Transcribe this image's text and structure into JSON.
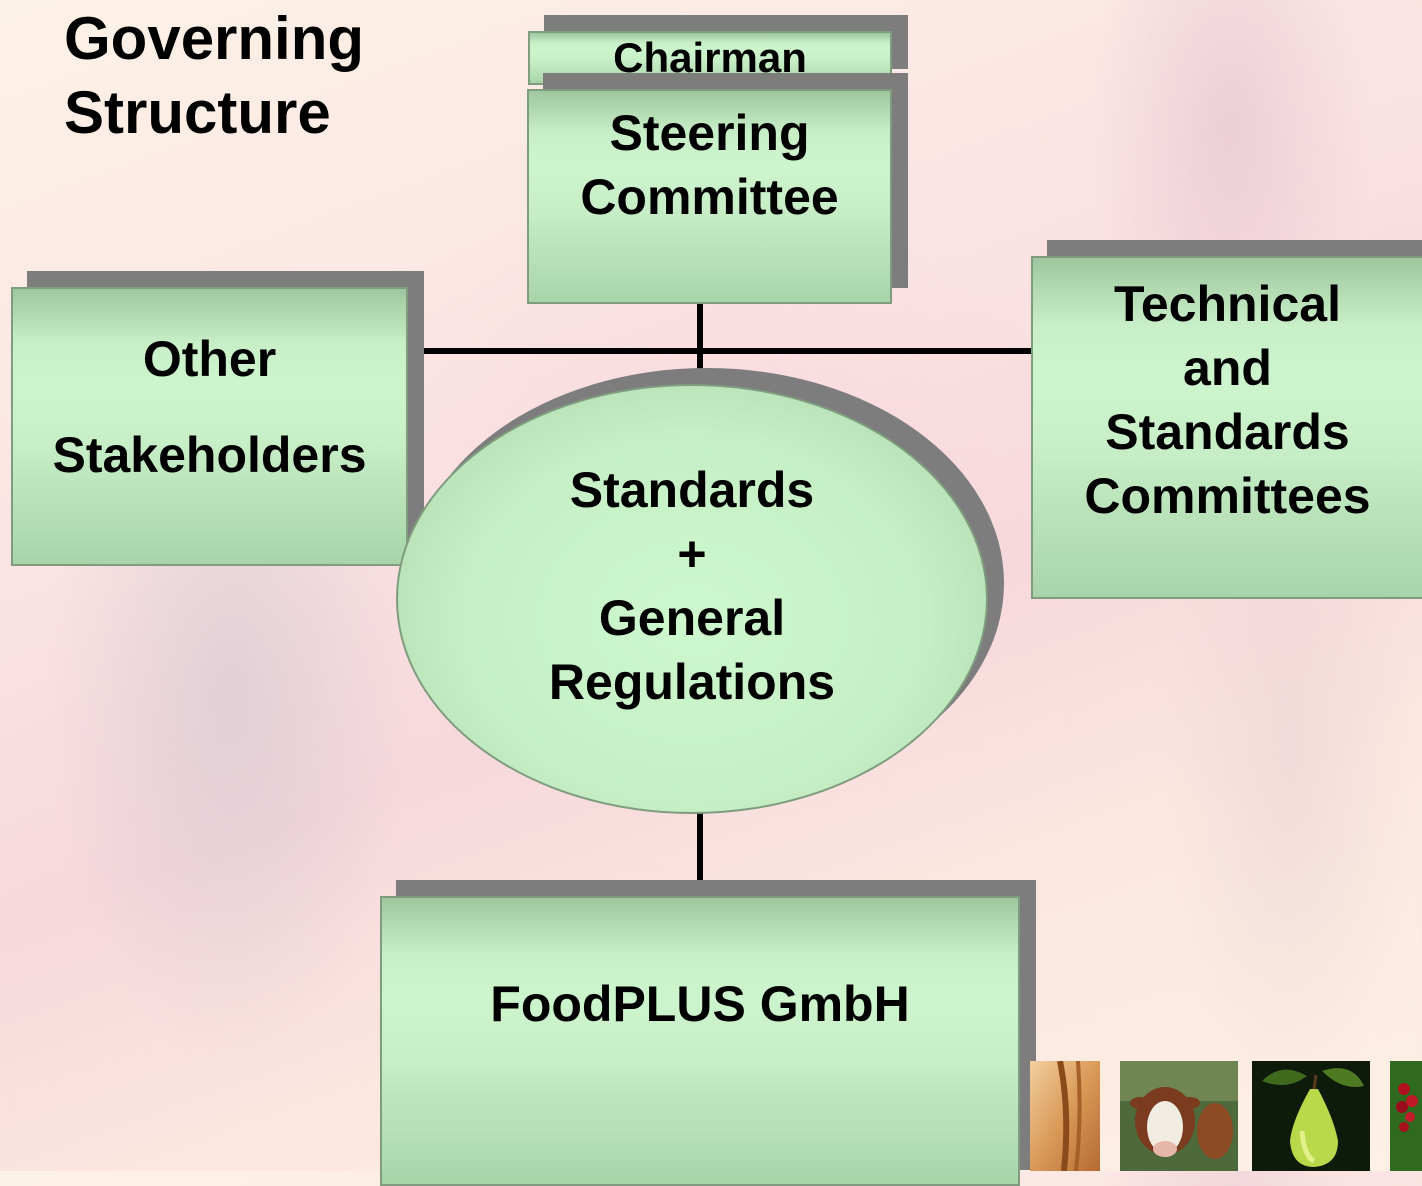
{
  "title": {
    "line1": "Governing",
    "line2": "Structure"
  },
  "chairman": {
    "label": "Chairman"
  },
  "steering_committee": {
    "line1": "Steering",
    "line2": "Committee"
  },
  "other_stakeholders": {
    "line1": "Other",
    "line2": "Stakeholders"
  },
  "technical_committees": {
    "line1": "Technical",
    "line2": "and",
    "line3": "Standards",
    "line4": "Committees"
  },
  "center": {
    "line1": "Standards",
    "line2": "+",
    "line3": "General",
    "line4": "Regulations"
  },
  "foodplus": {
    "label": "FoodPLUS GmbH"
  },
  "colors": {
    "box_fill": "#c8efc8",
    "box_border": "#7f9c7f",
    "shadow": "#7d7d7d",
    "connector": "#000000"
  },
  "photos": [
    "wheat-photo",
    "cow-photo",
    "pear-photo",
    "berries-photo"
  ]
}
